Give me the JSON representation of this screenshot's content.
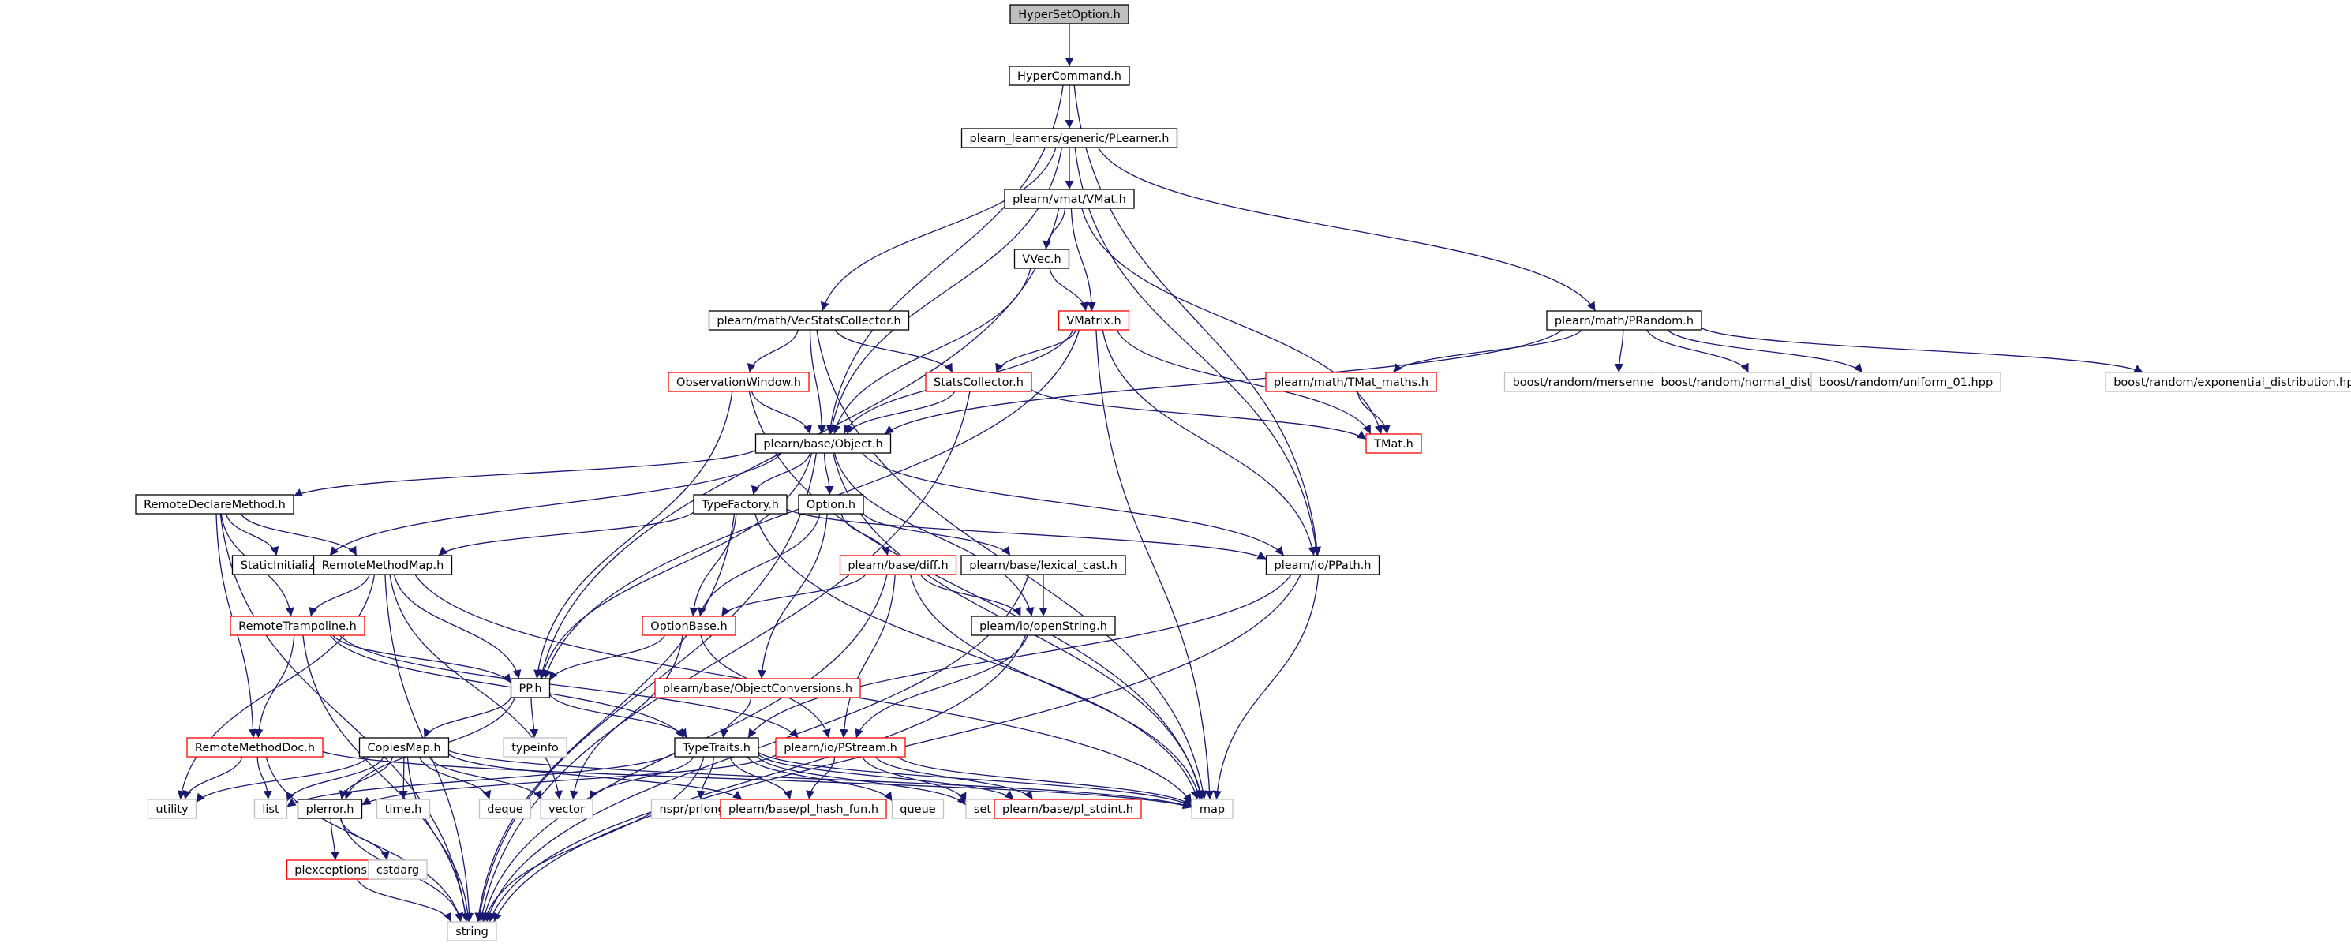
{
  "colors": {
    "edge": "#191970",
    "border_normal": "#000000",
    "border_incomplete": "#ff0000",
    "border_external": "#bfbfbf",
    "fill_root": "#bfbfbf",
    "fill": "#ffffff",
    "text": "#000000"
  },
  "nodes": [
    {
      "id": "HyperSetOption",
      "label": "HyperSetOption.h",
      "kind": "root"
    },
    {
      "id": "HyperCommand",
      "label": "HyperCommand.h",
      "kind": "normal"
    },
    {
      "id": "PLearner",
      "label": "plearn_learners/generic/PLearner.h",
      "kind": "normal"
    },
    {
      "id": "VMat",
      "label": "plearn/vmat/VMat.h",
      "kind": "normal"
    },
    {
      "id": "VVec",
      "label": "VVec.h",
      "kind": "normal"
    },
    {
      "id": "VMatrix",
      "label": "VMatrix.h",
      "kind": "incomplete"
    },
    {
      "id": "VecStats",
      "label": "plearn/math/VecStatsCollector.h",
      "kind": "normal"
    },
    {
      "id": "PRandom",
      "label": "plearn/math/PRandom.h",
      "kind": "normal"
    },
    {
      "id": "ObsWin",
      "label": "ObservationWindow.h",
      "kind": "incomplete"
    },
    {
      "id": "StatsColl",
      "label": "StatsCollector.h",
      "kind": "incomplete"
    },
    {
      "id": "TMatMaths",
      "label": "plearn/math/TMat_maths.h",
      "kind": "incomplete"
    },
    {
      "id": "TMat",
      "label": "TMat.h",
      "kind": "incomplete"
    },
    {
      "id": "BoostMT",
      "label": "boost/random/mersenne_twister.hpp",
      "kind": "external"
    },
    {
      "id": "BoostNorm",
      "label": "boost/random/normal_distribution.hpp",
      "kind": "external"
    },
    {
      "id": "BoostUni",
      "label": "boost/random/uniform_01.hpp",
      "kind": "external"
    },
    {
      "id": "BoostExp",
      "label": "boost/random/exponential_distribution.hpp",
      "kind": "external"
    },
    {
      "id": "Object",
      "label": "plearn/base/Object.h",
      "kind": "normal"
    },
    {
      "id": "RemoteDecl",
      "label": "RemoteDeclareMethod.h",
      "kind": "normal"
    },
    {
      "id": "TypeFactory",
      "label": "TypeFactory.h",
      "kind": "normal"
    },
    {
      "id": "Option",
      "label": "Option.h",
      "kind": "normal"
    },
    {
      "id": "StaticInit",
      "label": "StaticInitializer.h",
      "kind": "normal"
    },
    {
      "id": "RemoteMethodMap",
      "label": "RemoteMethodMap.h",
      "kind": "normal"
    },
    {
      "id": "Diff",
      "label": "plearn/base/diff.h",
      "kind": "incomplete"
    },
    {
      "id": "LexCast",
      "label": "plearn/base/lexical_cast.h",
      "kind": "normal"
    },
    {
      "id": "PPath",
      "label": "plearn/io/PPath.h",
      "kind": "normal"
    },
    {
      "id": "RemoteTramp",
      "label": "RemoteTrampoline.h",
      "kind": "incomplete"
    },
    {
      "id": "OptionBase",
      "label": "OptionBase.h",
      "kind": "incomplete"
    },
    {
      "id": "OpenString",
      "label": "plearn/io/openString.h",
      "kind": "normal"
    },
    {
      "id": "PP",
      "label": "PP.h",
      "kind": "normal"
    },
    {
      "id": "ObjConv",
      "label": "plearn/base/ObjectConversions.h",
      "kind": "incomplete"
    },
    {
      "id": "RemoteMethodDoc",
      "label": "RemoteMethodDoc.h",
      "kind": "incomplete"
    },
    {
      "id": "Typeinfo",
      "label": "typeinfo",
      "kind": "external"
    },
    {
      "id": "CopiesMap",
      "label": "CopiesMap.h",
      "kind": "normal"
    },
    {
      "id": "TypeTraits",
      "label": "TypeTraits.h",
      "kind": "normal"
    },
    {
      "id": "PStream",
      "label": "plearn/io/PStream.h",
      "kind": "incomplete"
    },
    {
      "id": "Utility",
      "label": "utility",
      "kind": "external"
    },
    {
      "id": "List",
      "label": "list",
      "kind": "external"
    },
    {
      "id": "Plerror",
      "label": "plerror.h",
      "kind": "normal"
    },
    {
      "id": "TimeH",
      "label": "time.h",
      "kind": "external"
    },
    {
      "id": "Deque",
      "label": "deque",
      "kind": "external"
    },
    {
      "id": "Vector",
      "label": "vector",
      "kind": "external"
    },
    {
      "id": "Nspr",
      "label": "nspr/prlong.h",
      "kind": "external"
    },
    {
      "id": "HashFun",
      "label": "plearn/base/pl_hash_fun.h",
      "kind": "incomplete"
    },
    {
      "id": "Queue",
      "label": "queue",
      "kind": "external"
    },
    {
      "id": "Set",
      "label": "set",
      "kind": "external"
    },
    {
      "id": "Stdint",
      "label": "plearn/base/pl_stdint.h",
      "kind": "incomplete"
    },
    {
      "id": "Map",
      "label": "map",
      "kind": "external"
    },
    {
      "id": "Plexceptions",
      "label": "plexceptions.h",
      "kind": "incomplete"
    },
    {
      "id": "Cstdarg",
      "label": "cstdarg",
      "kind": "external"
    },
    {
      "id": "String",
      "label": "string",
      "kind": "external"
    }
  ],
  "edges": [
    [
      "HyperSetOption",
      "HyperCommand"
    ],
    [
      "HyperCommand",
      "PLearner"
    ],
    [
      "HyperCommand",
      "Object"
    ],
    [
      "HyperCommand",
      "PPath"
    ],
    [
      "PLearner",
      "VMat"
    ],
    [
      "PLearner",
      "VecStats"
    ],
    [
      "PLearner",
      "PRandom"
    ],
    [
      "PLearner",
      "Object"
    ],
    [
      "PLearner",
      "PPath"
    ],
    [
      "VMat",
      "VVec"
    ],
    [
      "VMat",
      "VMatrix"
    ],
    [
      "VMat",
      "PP"
    ],
    [
      "VMat",
      "TMat"
    ],
    [
      "VVec",
      "VMatrix"
    ],
    [
      "VVec",
      "Object"
    ],
    [
      "VMatrix",
      "StatsColl"
    ],
    [
      "VMatrix",
      "Object"
    ],
    [
      "VMatrix",
      "TMat"
    ],
    [
      "VMatrix",
      "PPath"
    ],
    [
      "VMatrix",
      "PP"
    ],
    [
      "VMatrix",
      "Map"
    ],
    [
      "VecStats",
      "ObsWin"
    ],
    [
      "VecStats",
      "StatsColl"
    ],
    [
      "VecStats",
      "Object"
    ],
    [
      "VecStats",
      "Map"
    ],
    [
      "PRandom",
      "TMatMaths"
    ],
    [
      "PRandom",
      "BoostMT"
    ],
    [
      "PRandom",
      "BoostNorm"
    ],
    [
      "PRandom",
      "BoostUni"
    ],
    [
      "PRandom",
      "BoostExp"
    ],
    [
      "PRandom",
      "Object"
    ],
    [
      "TMatMaths",
      "TMat"
    ],
    [
      "ObsWin",
      "Object"
    ],
    [
      "ObsWin",
      "PP"
    ],
    [
      "ObsWin",
      "Map"
    ],
    [
      "StatsColl",
      "Object"
    ],
    [
      "StatsColl",
      "TMat"
    ],
    [
      "StatsColl",
      "String"
    ],
    [
      "Object",
      "RemoteDecl"
    ],
    [
      "Object",
      "TypeFactory"
    ],
    [
      "Object",
      "Option"
    ],
    [
      "Object",
      "StaticInit"
    ],
    [
      "Object",
      "PPath"
    ],
    [
      "Object",
      "OpenString"
    ],
    [
      "Object",
      "PP"
    ],
    [
      "Object",
      "Map"
    ],
    [
      "Object",
      "String"
    ],
    [
      "RemoteDecl",
      "StaticInit"
    ],
    [
      "RemoteDecl",
      "RemoteMethodMap"
    ],
    [
      "RemoteDecl",
      "RemoteTramp"
    ],
    [
      "RemoteDecl",
      "RemoteMethodDoc"
    ],
    [
      "RemoteDecl",
      "String"
    ],
    [
      "TypeFactory",
      "RemoteMethodMap"
    ],
    [
      "TypeFactory",
      "OptionBase"
    ],
    [
      "TypeFactory",
      "PPath"
    ],
    [
      "TypeFactory",
      "Map"
    ],
    [
      "TypeFactory",
      "String"
    ],
    [
      "Option",
      "Diff"
    ],
    [
      "Option",
      "LexCast"
    ],
    [
      "Option",
      "OptionBase"
    ],
    [
      "Option",
      "ObjConv"
    ],
    [
      "RemoteMethodMap",
      "RemoteTramp"
    ],
    [
      "RemoteMethodMap",
      "PP"
    ],
    [
      "RemoteMethodMap",
      "Map"
    ],
    [
      "RemoteMethodMap",
      "Vector"
    ],
    [
      "RemoteMethodMap",
      "Utility"
    ],
    [
      "RemoteMethodMap",
      "String"
    ],
    [
      "Diff",
      "OpenString"
    ],
    [
      "Diff",
      "OptionBase"
    ],
    [
      "Diff",
      "PStream"
    ],
    [
      "Diff",
      "Map"
    ],
    [
      "Diff",
      "String"
    ],
    [
      "LexCast",
      "OpenString"
    ],
    [
      "LexCast",
      "String"
    ],
    [
      "PPath",
      "TypeTraits"
    ],
    [
      "PPath",
      "Map"
    ],
    [
      "PPath",
      "String"
    ],
    [
      "RemoteTramp",
      "RemoteMethodDoc"
    ],
    [
      "RemoteTramp",
      "PP"
    ],
    [
      "RemoteTramp",
      "TypeTraits"
    ],
    [
      "RemoteTramp",
      "PStream"
    ],
    [
      "RemoteTramp",
      "String"
    ],
    [
      "OptionBase",
      "PP"
    ],
    [
      "OptionBase",
      "PStream"
    ],
    [
      "OptionBase",
      "Vector"
    ],
    [
      "OpenString",
      "PStream"
    ],
    [
      "OpenString",
      "String"
    ],
    [
      "PP",
      "Typeinfo"
    ],
    [
      "PP",
      "CopiesMap"
    ],
    [
      "PP",
      "TypeTraits"
    ],
    [
      "PP",
      "Plerror"
    ],
    [
      "ObjConv",
      "TypeTraits"
    ],
    [
      "RemoteMethodDoc",
      "Utility"
    ],
    [
      "RemoteMethodDoc",
      "List"
    ],
    [
      "RemoteMethodDoc",
      "Map"
    ],
    [
      "RemoteMethodDoc",
      "String"
    ],
    [
      "CopiesMap",
      "Map"
    ],
    [
      "CopiesMap",
      "Utility"
    ],
    [
      "CopiesMap",
      "List"
    ],
    [
      "CopiesMap",
      "Plerror"
    ],
    [
      "CopiesMap",
      "TimeH"
    ],
    [
      "CopiesMap",
      "Deque"
    ],
    [
      "CopiesMap",
      "Vector"
    ],
    [
      "CopiesMap",
      "HashFun"
    ],
    [
      "CopiesMap",
      "String"
    ],
    [
      "TypeTraits",
      "List"
    ],
    [
      "TypeTraits",
      "Vector"
    ],
    [
      "TypeTraits",
      "Nspr"
    ],
    [
      "TypeTraits",
      "HashFun"
    ],
    [
      "TypeTraits",
      "Queue"
    ],
    [
      "TypeTraits",
      "Set"
    ],
    [
      "TypeTraits",
      "Stdint"
    ],
    [
      "TypeTraits",
      "Map"
    ],
    [
      "TypeTraits",
      "String"
    ],
    [
      "PStream",
      "Plerror"
    ],
    [
      "PStream",
      "HashFun"
    ],
    [
      "PStream",
      "Set"
    ],
    [
      "PStream",
      "Stdint"
    ],
    [
      "PStream",
      "Map"
    ],
    [
      "Plerror",
      "Plexceptions"
    ],
    [
      "Plerror",
      "Cstdarg"
    ],
    [
      "Plerror",
      "String"
    ],
    [
      "Plexceptions",
      "String"
    ]
  ]
}
